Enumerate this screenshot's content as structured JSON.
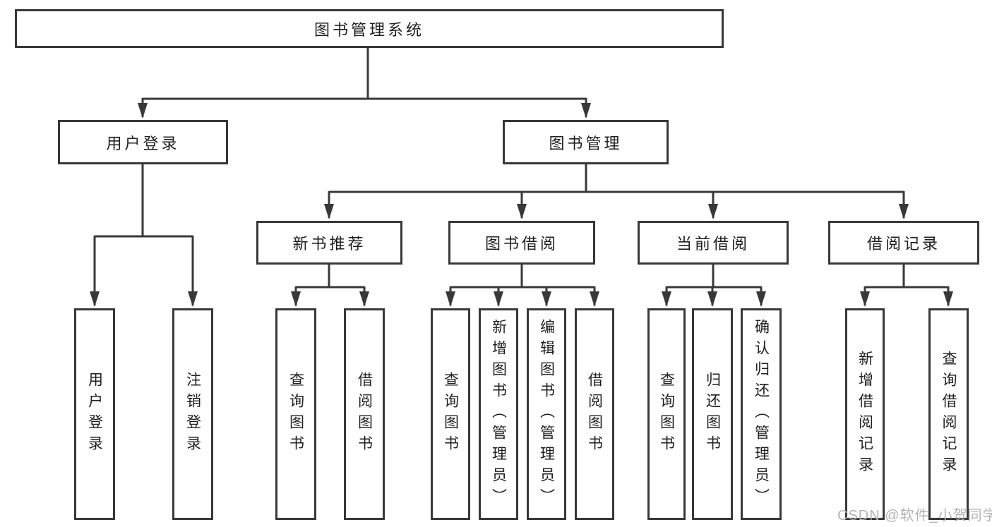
{
  "tree": {
    "label": "图书管理系统",
    "children": [
      {
        "label": "用户登录",
        "children": [
          {
            "label": "用户登录"
          },
          {
            "label": "注销登录"
          }
        ]
      },
      {
        "label": "图书管理",
        "children": [
          {
            "label": "新书推荐",
            "children": [
              {
                "label": "查询图书"
              },
              {
                "label": "借阅图书"
              }
            ]
          },
          {
            "label": "图书借阅",
            "children": [
              {
                "label": "查询图书"
              },
              {
                "label": "新增图书（管理员）"
              },
              {
                "label": "编辑图书（管理员）"
              },
              {
                "label": "借阅图书"
              }
            ]
          },
          {
            "label": "当前借阅",
            "children": [
              {
                "label": "查询图书"
              },
              {
                "label": "归还图书"
              },
              {
                "label": "确认归还（管理员）"
              }
            ]
          },
          {
            "label": "借阅记录",
            "children": [
              {
                "label": "新增借阅记录"
              },
              {
                "label": "查询借阅记录"
              }
            ]
          }
        ]
      }
    ]
  },
  "watermark": {
    "text": "CSDN @软件_小贺同学"
  },
  "colors": {
    "line": "#383838",
    "text": "#1e1e1e",
    "watermark": "#b3b3b3",
    "background": "#ffffff"
  }
}
